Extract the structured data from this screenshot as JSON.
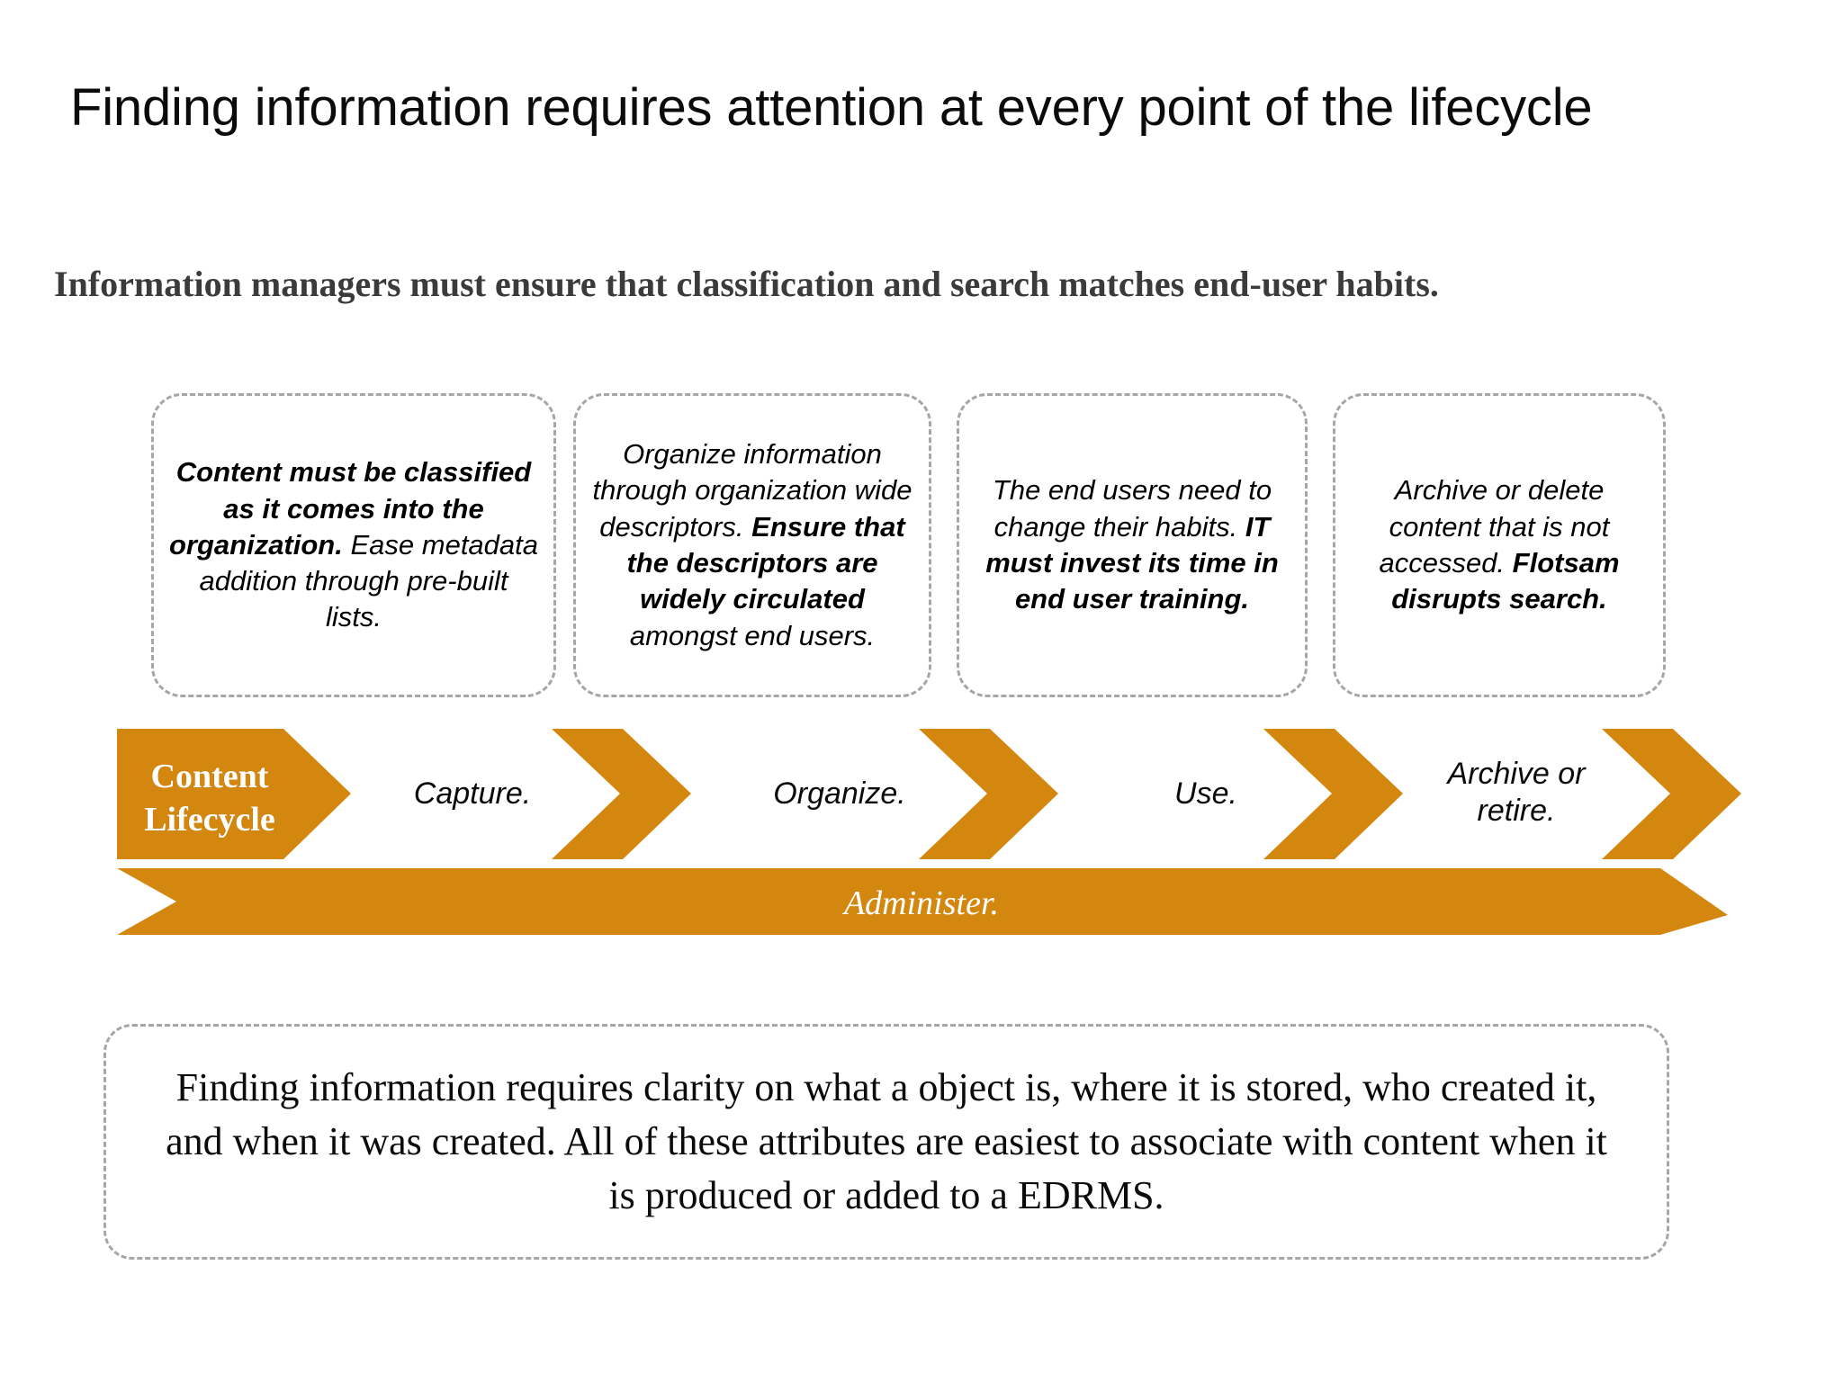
{
  "slide": {
    "title": "Finding information requires attention at every point of the lifecycle",
    "subtitle": "Information managers must ensure that classification and search matches end-user habits.",
    "summary": "Finding information requires clarity on what a object is, where it is stored, who created it, and when it was created. All of these attributes are easiest to associate with content when it is produced or added to a EDRMS."
  },
  "colors": {
    "accent_orange": "#D4870F",
    "dashed_border": "#A6A6A6",
    "subtitle_gray": "#3B3B3B",
    "text_black": "#0B0B0B",
    "on_accent_text": "#FFFFFF"
  },
  "callouts": [
    {
      "id": "callout-capture",
      "segments": [
        {
          "text": "Content must be classified as it comes into the organization.",
          "bold": true
        },
        {
          "text": " ",
          "bold": false
        },
        {
          "text": "Ease metadata addition through pre-built lists.",
          "bold": false
        }
      ]
    },
    {
      "id": "callout-organize",
      "segments": [
        {
          "text": "Organize information through organization wide descriptors.",
          "bold": false
        },
        {
          "text": " ",
          "bold": false
        },
        {
          "text": "Ensure that the descriptors are widely circulated",
          "bold": true
        },
        {
          "text": " amongst end users.",
          "bold": false
        }
      ]
    },
    {
      "id": "callout-use",
      "segments": [
        {
          "text": "The end users need to change their habits.",
          "bold": false
        },
        {
          "text": " ",
          "bold": false
        },
        {
          "text": "IT must invest its time in end user training.",
          "bold": true
        }
      ]
    },
    {
      "id": "callout-archive",
      "segments": [
        {
          "text": "Archive or delete content that is not accessed.",
          "bold": false
        },
        {
          "text": " ",
          "bold": false
        },
        {
          "text": "Flotsam disrupts search.",
          "bold": true
        }
      ]
    }
  ],
  "process": {
    "lead_label": "Content Lifecycle",
    "stages": [
      {
        "label": "Capture."
      },
      {
        "label": "Organize."
      },
      {
        "label": "Use."
      },
      {
        "label": "Archive or retire."
      }
    ],
    "footer_label": "Administer."
  }
}
